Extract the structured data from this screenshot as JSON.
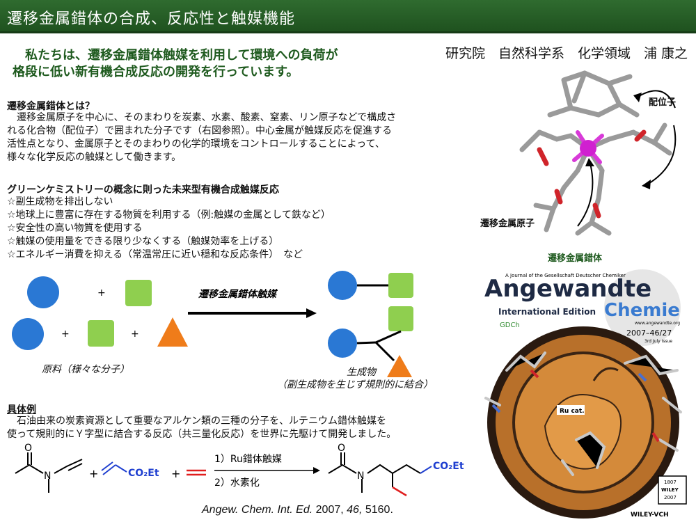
{
  "header": {
    "title": "遷移金属錯体の合成、反応性と触媒機能"
  },
  "lead": {
    "line1": "私たちは、遷移金属錯体触媒を利用して環境への負荷が",
    "line2": "格段に低い新有機合成反応の開発を行っています。"
  },
  "author": "研究院　自然科学系　化学領域　浦 康之",
  "section1": {
    "heading": "遷移金属錯体とは？",
    "lines": [
      "　遷移金属原子を中心に、そのまわりを炭素、水素、酸素、窒素、リン原子などで構成さ",
      "れる化合物（配位子）で囲まれた分子です（右図参照）。中心金属が触媒反応を促進する",
      "活性点となり、金属原子とそのまわりの化学的環境をコントロールすることによって、",
      "様々な化学反応の触媒として働きます。"
    ]
  },
  "section2": {
    "heading": "グリーンケミストリーの概念に則った未来型有機合成触媒反応",
    "bullets": [
      "☆副生成物を排出しない",
      "☆地球上に豊富に存在する物質を利用する（例:触媒の金属として鉄など）",
      "☆安全性の高い物質を使用する",
      "☆触媒の使用量をできる限り少なくする（触媒効率を上げる）",
      "☆エネルギー消費を抑える（常温常圧に近い穏和な反応条件）　など"
    ]
  },
  "scheme": {
    "plus": "+",
    "arrow_label": "遷移金属錯体触媒",
    "raw_label": "原料（様々な分子）",
    "product_label": "生成物",
    "product_sub": "（副生成物を生じず規則的に結合）",
    "colors": {
      "circle": "#2a78d4",
      "square": "#8fcf4f",
      "triangle": "#ef7c1a"
    }
  },
  "molecule": {
    "ligand_label": "配位子",
    "metal_label": "遷移金属原子",
    "caption": "遷移金属錯体"
  },
  "section3": {
    "heading": "具体例",
    "lines": [
      "　石油由来の炭素資源として重要なアルケン類の三種の分子を、ルテニウム錯体触媒を",
      "使って規則的にＹ字型に結合する反応（共三量化反応）を世界に先駆けて開発しました。"
    ]
  },
  "reaction": {
    "o": "O",
    "n": "N",
    "co2et": "CO₂Et",
    "plus": "+",
    "cond1": "1）Ru錯体触媒",
    "cond2": "2）水素化"
  },
  "reference": {
    "journal": "Angew. Chem. Int. Ed.",
    "year": "2007,",
    "volume": "46,",
    "page": "5160."
  },
  "cover": {
    "tagline": "A Journal of the Gesellschaft Deutscher Chemiker",
    "title1": "Angewandte",
    "title2": "Chemie",
    "edition": "International Edition",
    "gdch": "GDCh",
    "url": "www.angewandte.org",
    "issue": "2007–46/27",
    "date": "3rd July Issue",
    "ru_label": "Ru cat.",
    "seal1": "1807",
    "seal2": "WILEY",
    "seal3": "2007",
    "publisher": "WILEY-VCH"
  }
}
